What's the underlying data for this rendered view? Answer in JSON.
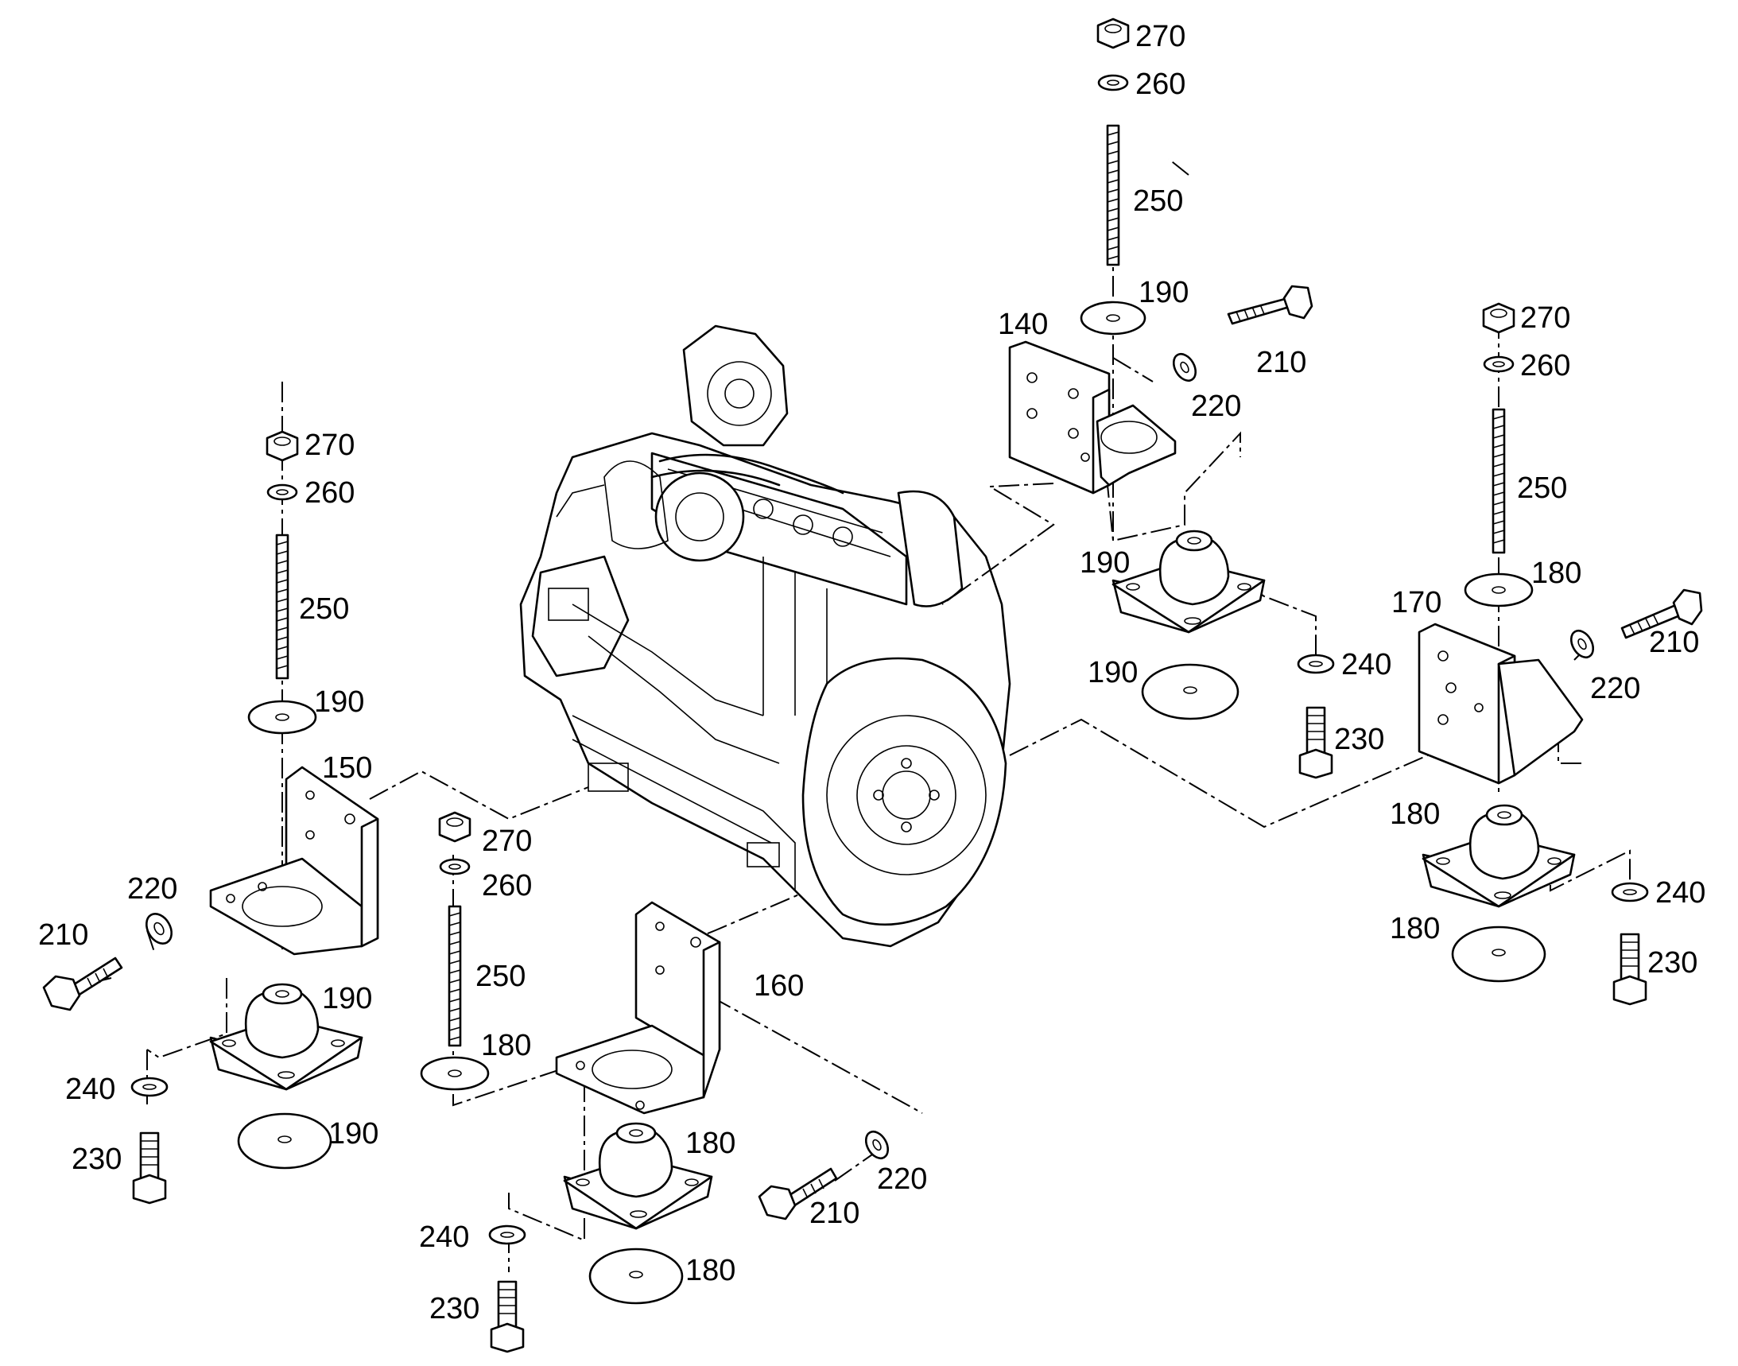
{
  "callouts": {
    "c270a": "270",
    "c260a": "260",
    "c250a": "250",
    "c190a": "190",
    "c140": "140",
    "c210a": "210",
    "c220a": "220",
    "c190b": "190",
    "c190c": "190",
    "c240a": "240",
    "c230a": "230",
    "c270b": "270",
    "c260b": "260",
    "c250b": "250",
    "c180a": "180",
    "c170": "170",
    "c210b": "210",
    "c220b": "220",
    "c180b": "180",
    "c180c": "180",
    "c240b": "240",
    "c230b": "230",
    "c270c": "270",
    "c260c": "260",
    "c250c": "250",
    "c190d": "190",
    "c150": "150",
    "c220c": "220",
    "c210c": "210",
    "c190e": "190",
    "c190f": "190",
    "c240c": "240",
    "c230c": "230",
    "c270d": "270",
    "c260d": "260",
    "c250d": "250",
    "c180d": "180",
    "c160": "160",
    "c180e": "180",
    "c220d": "220",
    "c210d": "210",
    "c180f": "180",
    "c240d": "240",
    "c230d": "230"
  }
}
